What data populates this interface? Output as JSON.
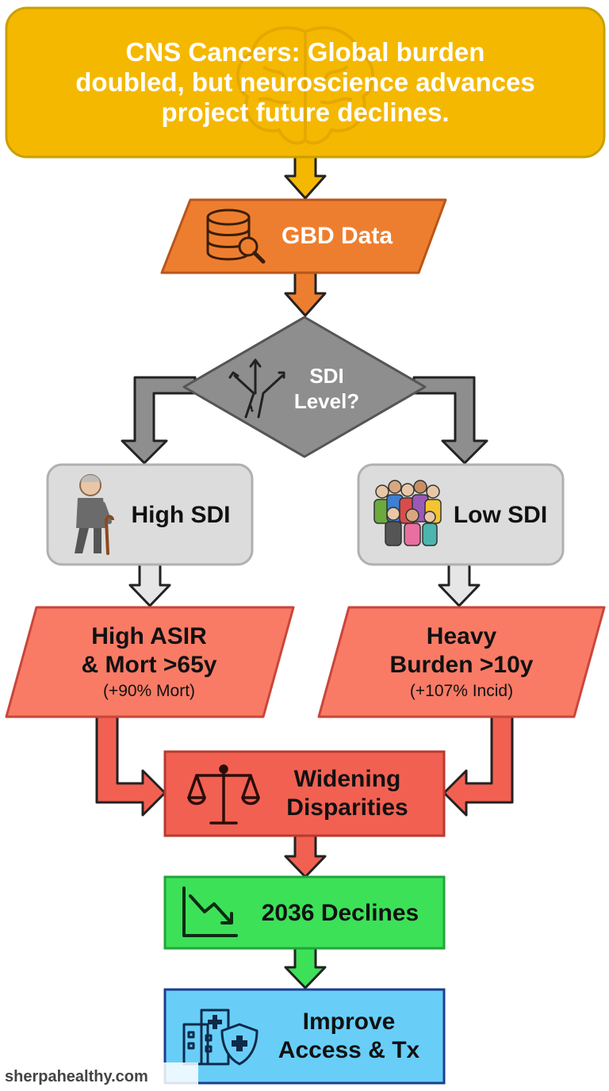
{
  "title": {
    "lines": [
      "CNS Cancers: Global burden",
      "doubled, but neuroscience advances",
      "project future declines."
    ],
    "icon": "brain-icon"
  },
  "nodes": {
    "gbd": {
      "label": "GBD Data",
      "icon": "database-search-icon"
    },
    "sdi": {
      "lines": [
        "SDI",
        "Level?"
      ],
      "icon": "split-road-icon"
    },
    "high_sdi": {
      "label": "High SDI",
      "icon": "elderly-person-icon"
    },
    "low_sdi": {
      "label": "Low SDI",
      "icon": "crowd-icon"
    },
    "high_asir": {
      "lines": [
        "High ASIR",
        "& Mort >65y"
      ],
      "sub": "(+90% Mort)"
    },
    "heavy_burden": {
      "lines": [
        "Heavy",
        "Burden >10y"
      ],
      "sub": "(+107% Incid)"
    },
    "disparities": {
      "lines": [
        "Widening",
        "Disparities"
      ],
      "icon": "balance-scale-icon"
    },
    "declines": {
      "label": "2036 Declines",
      "icon": "trend-down-icon"
    },
    "improve": {
      "lines": [
        "Improve",
        "Access & Tx"
      ],
      "icon": "hospital-shield-icon"
    }
  },
  "watermark": "sherpahealthy.com",
  "colors": {
    "title_fill": "#F5B800",
    "gbd_fill": "#EE7E2F",
    "decision_fill": "#8E8E8E",
    "sdi_box_fill": "#DCDCDC",
    "red_fill": "#F97B66",
    "disparities_fill": "#F26052",
    "green_fill": "#3CE158",
    "blue_fill": "#68CEF8"
  }
}
